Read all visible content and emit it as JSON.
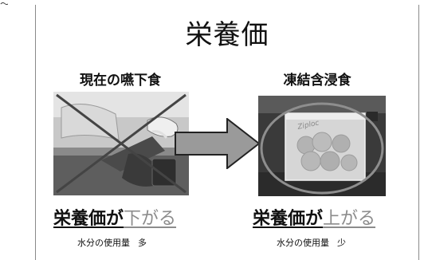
{
  "corner_text": "〜",
  "slide": {
    "title": "栄養価",
    "left": {
      "heading": "現在の嚥下食",
      "tagline": {
        "main": "栄養価が",
        "accent": "下がる"
      },
      "note": {
        "label": "水分の使用量",
        "value": "多"
      }
    },
    "right": {
      "heading": "凍結含浸食",
      "bag_brand": "Ziploc",
      "tagline": {
        "main": "栄養価が",
        "accent": "上がる"
      },
      "note": {
        "label": "水分の使用量",
        "value": "少"
      }
    }
  },
  "colors": {
    "accent_text": "#8c8c8c",
    "arrow_fill": "#9a9a9a",
    "cross_stroke": "#444444"
  }
}
